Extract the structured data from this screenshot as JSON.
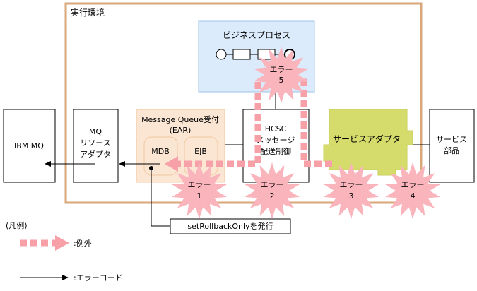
{
  "runtime": {
    "label": "実行環境"
  },
  "business_process": {
    "label": "ビジネスプロセス"
  },
  "ibm_mq": {
    "label": "IBM MQ"
  },
  "mq_adapter": {
    "line1": "MQ",
    "line2": "リソース",
    "line3": "アダプタ"
  },
  "mq_reception": {
    "line1": "Message Queue受付",
    "line2": "(EAR)",
    "mdb": "MDB",
    "ejb": "EJB"
  },
  "hcsc": {
    "line1": "HCSC",
    "line2": "メッセージ",
    "line3": "配送制御"
  },
  "service_adapter": {
    "label": "サービスアダプタ"
  },
  "service_part": {
    "line1": "サービス",
    "line2": "部品"
  },
  "callout": {
    "text": "setRollbackOnlyを発行"
  },
  "errors": [
    {
      "line1": "エラー",
      "line2": "1"
    },
    {
      "line1": "エラー",
      "line2": "2"
    },
    {
      "line1": "エラー",
      "line2": "3"
    },
    {
      "line1": "エラー",
      "line2": "4"
    },
    {
      "line1": "エラー",
      "line2": "5"
    }
  ],
  "legend": {
    "title": "(凡例)",
    "exception_label": ":例外",
    "error_code_label": ":エラーコード"
  },
  "colors": {
    "runtime_border": "#d9a77a",
    "bp_fill": "#dcebfb",
    "bp_border": "#9cc3ea",
    "reception_fill": "#fbe6d3",
    "reception_border": "#f0c8a0",
    "adapter_fill": "#d6dc6c",
    "burst": "#f9b4bc",
    "exception_arrow": "#f7a0a8"
  }
}
